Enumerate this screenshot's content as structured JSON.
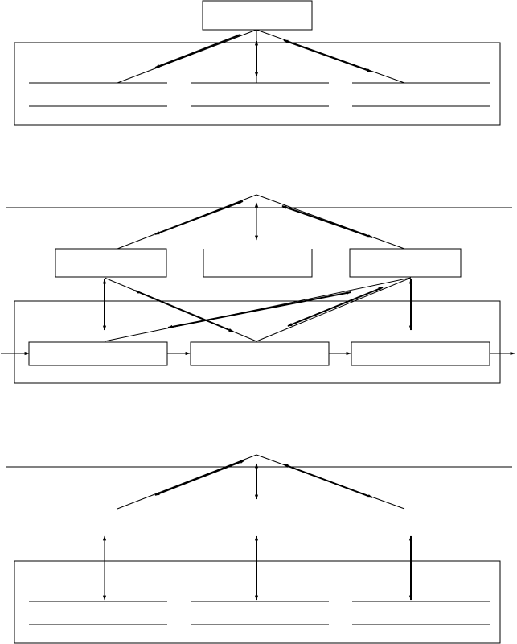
{
  "diagram": {
    "panels": [
      {
        "id": "top",
        "labels": []
      },
      {
        "id": "middle",
        "labels": []
      },
      {
        "id": "bottom",
        "labels": []
      }
    ]
  }
}
